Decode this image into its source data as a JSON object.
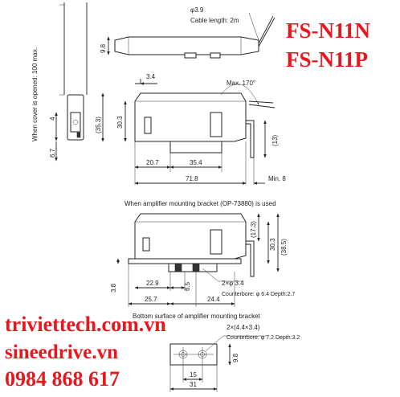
{
  "models": [
    "FS-N11N",
    "FS-N11P"
  ],
  "contacts": [
    "triviettech.com.vn",
    "sineedrive.vn",
    "0984 868 617"
  ],
  "cover_note": "When cover is opened: 100 max.",
  "side_dims": {
    "d1": "4",
    "d2": "6.7"
  },
  "top_view": {
    "cable_dia": "φ3.9",
    "cable_length": "Cable length: 2m",
    "height": "9.8"
  },
  "front_view": {
    "d_left_top": "3.4",
    "d_max_angle": "Max. 170°",
    "d_h1": "(35.3)",
    "d_h2": "30.3",
    "d_cable": "(13)",
    "d_w1": "20.7",
    "d_w2": "35.4",
    "d_total": "71.8",
    "d_min": "Min. 8"
  },
  "bracket_title": "When amplifier mounting bracket (OP-73880) is used",
  "bracket_view": {
    "d_r1": "(17.3)",
    "d_r2": "30.3",
    "d_r3": "(38.5)",
    "d_l1": "3.8",
    "d_w1": "22.9",
    "d_w2": "6.5",
    "d_w3": "25.7",
    "d_w4": "24.4",
    "d_hole": "2×φ 3.4",
    "d_counterbore": "Counterbore: φ 6.4 Depth:2.7"
  },
  "bottom_title": "Bottom surface of amplifier mounting bracket",
  "bottom_view": {
    "d_holes": "2×(4.4×3.4)",
    "d_counterbore": "Counterbore: φ 7.2  Depth:3.2",
    "d_h": "9.8",
    "d_w1": "15",
    "d_w2": "31"
  }
}
